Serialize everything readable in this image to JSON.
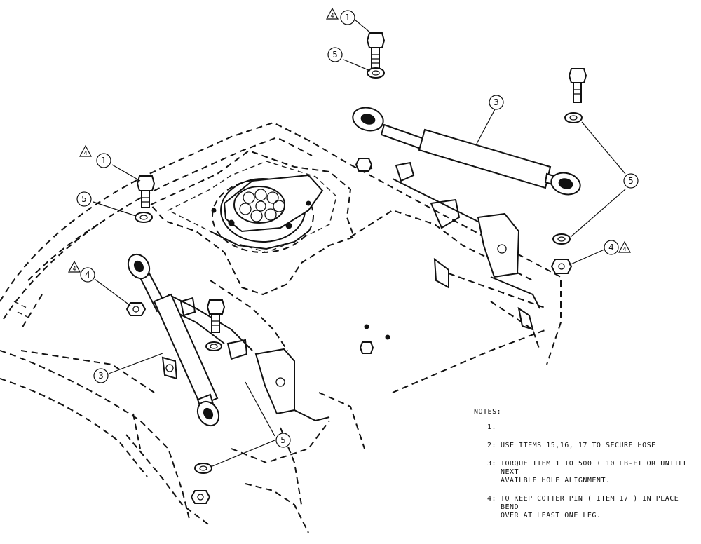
{
  "balloons": [
    {
      "id": "b1-top",
      "text": "1"
    },
    {
      "id": "b5-top",
      "text": "5"
    },
    {
      "id": "b3-top",
      "text": "3"
    },
    {
      "id": "b5-right",
      "text": "5"
    },
    {
      "id": "b4-right",
      "text": "4"
    },
    {
      "id": "b1-left",
      "text": "1"
    },
    {
      "id": "b5-left",
      "text": "5"
    },
    {
      "id": "b4-left",
      "text": "4"
    },
    {
      "id": "b3-left",
      "text": "3"
    },
    {
      "id": "b5-bottom",
      "text": "5"
    }
  ],
  "revision_triangles": [
    {
      "id": "t1",
      "text": "4"
    },
    {
      "id": "t2",
      "text": "4"
    },
    {
      "id": "t3",
      "text": "4"
    },
    {
      "id": "t4",
      "text": "4"
    }
  ],
  "notes": {
    "title": "NOTES:",
    "items": [
      {
        "num": "1.",
        "text": ""
      },
      {
        "num": "2:",
        "text": "USE ITEMS 15,16, 17 TO SECURE HOSE"
      },
      {
        "num": "3:",
        "text": "TORQUE ITEM 1 TO 500 ± 10 LB-FT OR UNTILL NEXT\nAVAILBLE HOLE ALIGNMENT."
      },
      {
        "num": "4:",
        "text": "TO KEEP COTTER PIN ( ITEM 17 ) IN PLACE BEND\nOVER AT LEAST ONE LEG."
      }
    ]
  }
}
